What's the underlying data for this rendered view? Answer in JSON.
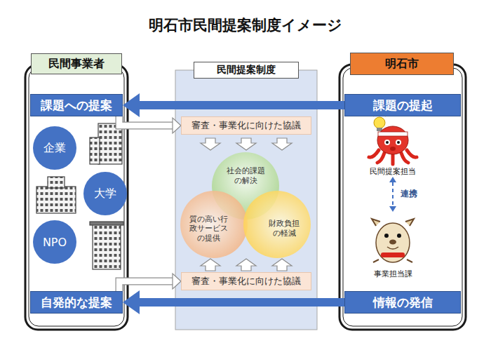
{
  "diagram": {
    "title": "明石市民間提案制度イメージ",
    "nodes": [
      {
        "text": [
          "民間事業者"
        ]
      },
      {
        "text": [
          "課題への提案"
        ],
        "in": 0
      },
      {
        "text": [
          "企業"
        ],
        "in": 0
      },
      {
        "text": [
          "大学"
        ],
        "in": 0
      },
      {
        "text": [
          "NPO"
        ],
        "in": 0
      },
      {
        "text": [
          "自発的な提案"
        ],
        "in": 0
      },
      {
        "text": [
          "民間提案制度"
        ]
      },
      {
        "text": [
          "審査・事業化に向けた協議"
        ],
        "in": 6
      },
      {
        "text": [
          "社会的課題の解決"
        ],
        "in": 6
      },
      {
        "text": [
          "質の高い行政サービスの提供"
        ],
        "in": 6
      },
      {
        "text": [
          "財政負担の軽減"
        ],
        "in": 6
      },
      {
        "text": [
          "審査・事業化に向けた協議"
        ],
        "in": 6
      },
      {
        "text": [
          "明石市"
        ]
      },
      {
        "text": [
          "課題の提起"
        ],
        "in": 12
      },
      {
        "text": [
          "民間提案担当"
        ],
        "in": 12
      },
      {
        "text": [
          "事業担当課"
        ],
        "in": 12
      },
      {
        "text": [
          "情報の発信"
        ],
        "in": 12
      }
    ],
    "edges": [
      {
        "from": 13,
        "to": 1,
        "arrow": "to"
      },
      {
        "from": 16,
        "to": 5,
        "arrow": "to"
      },
      {
        "from": 1,
        "to": 7,
        "arrow": "to"
      },
      {
        "from": 5,
        "to": 11,
        "arrow": "to"
      },
      {
        "from": 14,
        "to": 15,
        "label": "連携",
        "arrow": "both"
      }
    ]
  }
}
